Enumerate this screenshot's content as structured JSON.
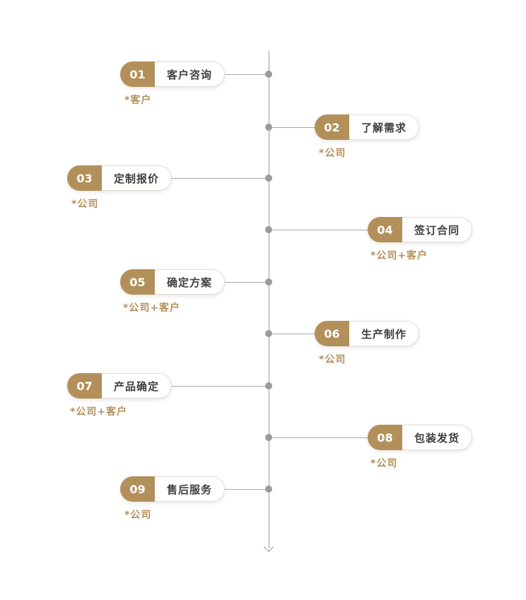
{
  "diagram": {
    "type": "process-timeline",
    "orientation": "vertical",
    "steps": [
      {
        "number": "01",
        "label": "客户咨询",
        "annotation": "*客户",
        "side": "left"
      },
      {
        "number": "02",
        "label": "了解需求",
        "annotation": "*公司",
        "side": "right"
      },
      {
        "number": "03",
        "label": "定制报价",
        "annotation": "*公司",
        "side": "left"
      },
      {
        "number": "04",
        "label": "签订合同",
        "annotation": "*公司+客户",
        "side": "right"
      },
      {
        "number": "05",
        "label": "确定方案",
        "annotation": "*公司+客户",
        "side": "left"
      },
      {
        "number": "06",
        "label": "生产制作",
        "annotation": "*公司",
        "side": "right"
      },
      {
        "number": "07",
        "label": "产品确定",
        "annotation": "*公司+客户",
        "side": "left"
      },
      {
        "number": "08",
        "label": "包装发货",
        "annotation": "*公司",
        "side": "right"
      },
      {
        "number": "09",
        "label": "售后服务",
        "annotation": "*公司",
        "side": "left"
      }
    ],
    "colors": {
      "accent_gold": "#b3905a",
      "line_gray": "#9b9b9b",
      "label_text": "#3f3f3f",
      "background": "#ffffff"
    },
    "icons": {
      "arrow_down": "chevron pointing down at bottom of timeline"
    }
  }
}
